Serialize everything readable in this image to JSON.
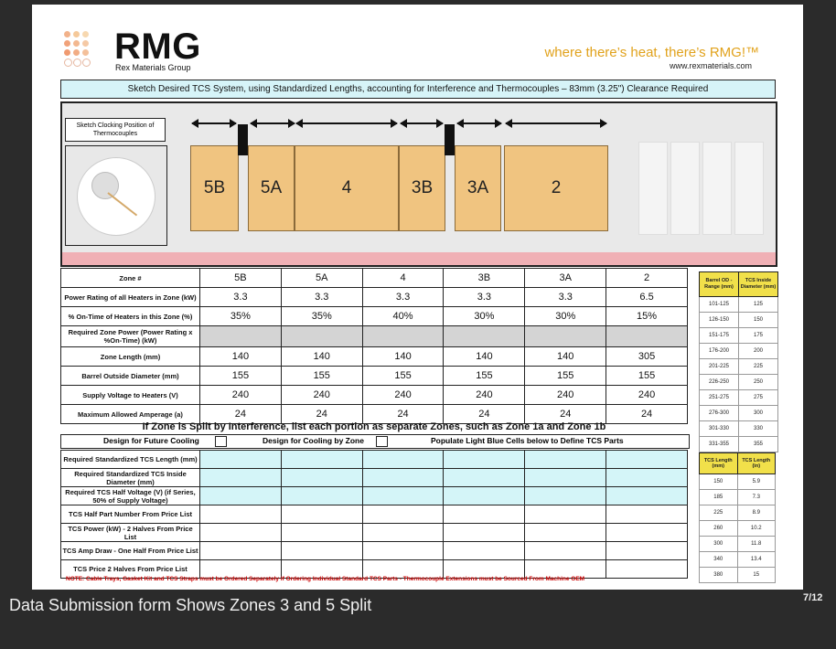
{
  "header": {
    "brand": "RMG",
    "brand_sub": "Rex Materials Group",
    "tagline": "where there’s heat, there’s RMG!™",
    "url": "www.rexmaterials.com",
    "instructions": "Sketch Desired TCS System, using Standardized Lengths, accounting for Interference and Thermocouples – 83mm (3.25\") Clearance Required"
  },
  "sketch": {
    "label": "Sketch Clocking Position of Thermocouples",
    "zones": [
      "5B",
      "5A",
      "4",
      "3B",
      "3A",
      "2"
    ]
  },
  "zone_table": {
    "header": "Zone #",
    "zones": [
      "5B",
      "5A",
      "4",
      "3B",
      "3A",
      "2"
    ],
    "rows": [
      {
        "label": "Power Rating of all Heaters in Zone (kW)",
        "values": [
          "3.3",
          "3.3",
          "3.3",
          "3.3",
          "3.3",
          "6.5"
        ]
      },
      {
        "label": "% On-Time of Heaters in this Zone (%)",
        "values": [
          "35%",
          "35%",
          "40%",
          "30%",
          "30%",
          "15%"
        ]
      },
      {
        "label": "Required Zone Power (Power Rating x %On-Time) (kW)",
        "values": [
          "",
          "",
          "",
          "",
          "",
          ""
        ]
      },
      {
        "label": "Zone Length (mm)",
        "values": [
          "140",
          "140",
          "140",
          "140",
          "140",
          "305"
        ]
      },
      {
        "label": "Barrel Outside Diameter (mm)",
        "values": [
          "155",
          "155",
          "155",
          "155",
          "155",
          "155"
        ]
      },
      {
        "label": "Supply Voltage to Heaters (V)",
        "values": [
          "240",
          "240",
          "240",
          "240",
          "240",
          "240"
        ]
      },
      {
        "label": "Maximum Allowed Amperage (a)",
        "values": [
          "24",
          "24",
          "24",
          "24",
          "24",
          "24"
        ]
      }
    ]
  },
  "split_note": "If Zone is Split by Interference, list each portion as separate Zones, such as Zone 1a and Zone 1b",
  "design_bar": {
    "future": "Design for Future Cooling",
    "byzone": "Design for Cooling by Zone",
    "populate": "Populate Light Blue Cells below to Define TCS Parts"
  },
  "tcs_rows": [
    "Required Standardized TCS Length (mm)",
    "Required Standardized TCS Inside Diameter (mm)",
    "Required TCS Half Voltage (V) (if Series, 50% of Supply Voltage)",
    "TCS Half Part Number From Price List",
    "TCS Power (kW) - 2 Halves From Price List",
    "TCS Amp Draw - One Half From Price List",
    "TCS Price 2 Halves From Price List"
  ],
  "footer_note": "NOTE: Cable Trays, Gasket Kit and TCS Straps must be Ordered Separately if Ordering Individual Standard TCS Parts - Thermocouple Extensions must be Sourced From Machine OEM",
  "barrel_table": {
    "headers": [
      "Barrel OD - Range (mm)",
      "TCS Inside Diameter (mm)"
    ],
    "rows": [
      [
        "101-125",
        "125"
      ],
      [
        "126-150",
        "150"
      ],
      [
        "151-175",
        "175"
      ],
      [
        "176-200",
        "200"
      ],
      [
        "201-225",
        "225"
      ],
      [
        "226-250",
        "250"
      ],
      [
        "251-275",
        "275"
      ],
      [
        "276-300",
        "300"
      ],
      [
        "301-330",
        "330"
      ],
      [
        "331-355",
        "355"
      ]
    ]
  },
  "length_table": {
    "headers": [
      "TCS Length (mm)",
      "TCS Length (in)"
    ],
    "rows": [
      [
        "150",
        "5.9"
      ],
      [
        "185",
        "7.3"
      ],
      [
        "225",
        "8.9"
      ],
      [
        "260",
        "10.2"
      ],
      [
        "300",
        "11.8"
      ],
      [
        "340",
        "13.4"
      ],
      [
        "380",
        "15"
      ]
    ]
  },
  "caption": "Data Submission form Shows Zones 3 and 5 Split",
  "page": "7/12",
  "colors": {
    "zone_fill": "#f0c480",
    "cyan_cell": "#d4f5f8",
    "highlight": "#f1e04a",
    "tagline": "#e1a21c"
  }
}
